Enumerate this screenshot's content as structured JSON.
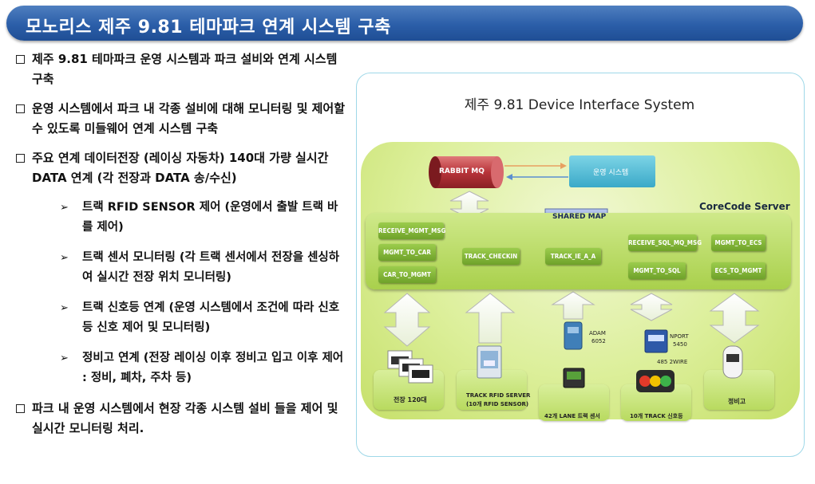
{
  "title": "모노리스 제주 9.81 테마파크 연계 시스템 구축",
  "bullets": [
    {
      "text": "제주 9.81 테마파크 운영 시스템과 파크 설비와 연계 시스템 구축"
    },
    {
      "text": "운영 시스템에서 파크 내 각종 설비에 대해 모니터링 및 제어할 수 있도록 미들웨어 연계 시스템 구축"
    },
    {
      "text": "주요 연계 데이터전장 (레이싱 자동차) 140대 가량 실시간 DATA 연계 (각 전장과 DATA 송/수신)"
    },
    {
      "text": "트랙 RFID SENSOR 제어 (운영에서 출발 트랙 바를 제어)"
    },
    {
      "text": "트랙 센서 모니터링 (각 트랙 센서에서 전장을 센싱하여 실시간 전장 위치 모니터링)"
    },
    {
      "text": "트랙 신호등 연계 (운영 시스템에서 조건에 따라 신호등 신호 제어 및 모니터링)"
    },
    {
      "text": "정비고 연계 (전장 레이싱 이후 정비고 입고 이후 제어 : 정비, 폐차, 주차 등)"
    },
    {
      "text": "파크 내 운영 시스템에서 현장 각종 시스템 설비 들을 제어 및 실시간 모니터링 처리."
    }
  ],
  "diagram": {
    "title": "제주 9.81 Device Interface System",
    "rabbitmq": "RABBIT MQ",
    "ops_system": "운영 시스템",
    "shared_map": "SHARED MAP",
    "server_label": "CoreCode Server",
    "nodes": {
      "receive_mgmt_msg": "RECEIVE_MGMT_MSG",
      "mgmt_to_car": "MGMT_TO_CAR",
      "car_to_mgmt": "CAR_TO_MGMT",
      "track_checkin": "TRACK_CHECKIN",
      "track_ie_a_a": "TRACK_IE_A_A",
      "receive_sql_mq_msg": "RECEIVE_SQL_MQ_MSG",
      "mgmt_to_sql": "MGMT_TO_SQL",
      "mgmt_to_ecs": "MGMT_TO_ECS",
      "ecs_to_mgmt": "ECS_TO_MGMT"
    },
    "devices": {
      "cars": "전장 120대",
      "rfid_line1": "TRACK RFID SERVER",
      "rfid_line2": "(10개 RFID SENSOR)",
      "lane_sensor": "42개 LANE 트랙 센서",
      "adam_line1": "ADAM",
      "adam_line2": "6052",
      "signal": "10개 TRACK 신호등",
      "nport_line1": "NPORT",
      "nport_line2": "5450",
      "wire": "485 2WIRE",
      "garage": "정비고"
    }
  }
}
